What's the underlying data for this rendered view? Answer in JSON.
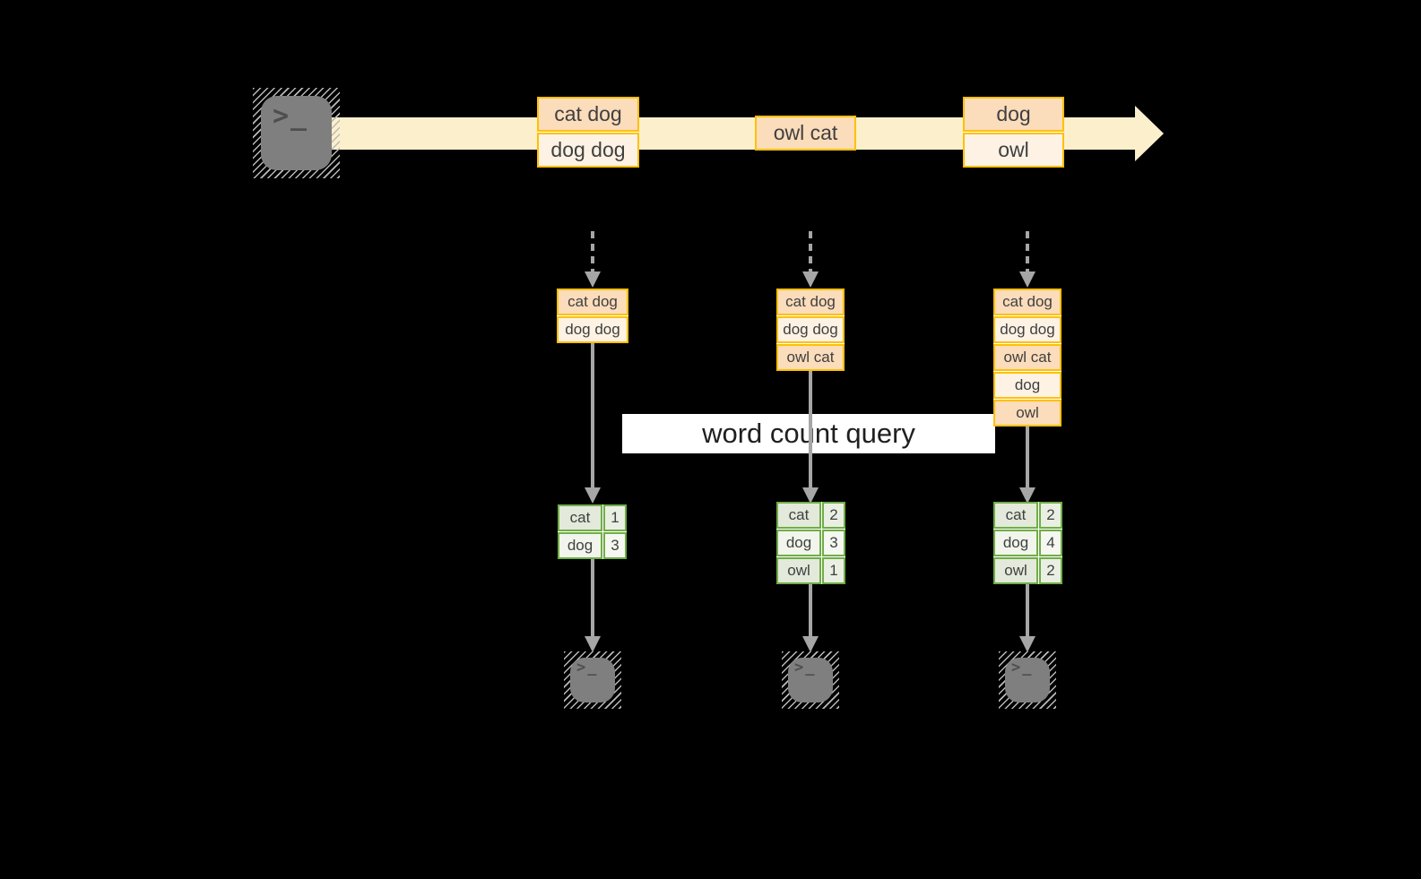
{
  "query_label": "word count query",
  "terminal_glyph": ">_",
  "stream_records": [
    [
      "cat dog",
      "dog dog"
    ],
    [
      "owl cat"
    ],
    [
      "dog",
      "owl"
    ]
  ],
  "states": [
    [
      "cat dog",
      "dog dog"
    ],
    [
      "cat dog",
      "dog dog",
      "owl cat"
    ],
    [
      "cat dog",
      "dog dog",
      "owl cat",
      "dog",
      "owl"
    ]
  ],
  "results": [
    [
      [
        "cat",
        "1"
      ],
      [
        "dog",
        "3"
      ]
    ],
    [
      [
        "cat",
        "2"
      ],
      [
        "dog",
        "3"
      ],
      [
        "owl",
        "1"
      ]
    ],
    [
      [
        "cat",
        "2"
      ],
      [
        "dog",
        "4"
      ],
      [
        "owl",
        "2"
      ]
    ]
  ],
  "colors": {
    "stream_band": "#fcf0cc",
    "record_border": "#ffc000",
    "record_fill_dark": "#fbdcbb",
    "record_fill_light": "#fdf2e4",
    "result_border": "#70ad47",
    "result_fill_dark": "#e3e9db",
    "result_fill_light": "#f1f5ec",
    "arrow_gray": "#a6a6a6",
    "terminal_gray": "#7f7f7f",
    "label_background": "#ffffff",
    "text": "#404040"
  }
}
